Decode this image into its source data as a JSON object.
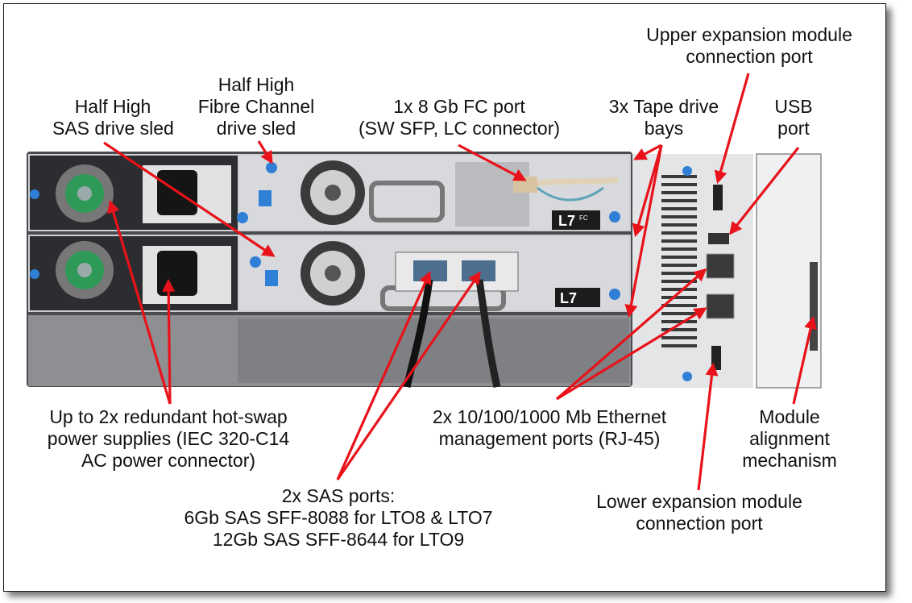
{
  "colors": {
    "arrow": "#e8121a",
    "chassis_dark": "#3c3d40",
    "chassis_mid": "#8e9094",
    "panel_light": "#cfd1d4",
    "blue_knob": "#2f7fd6",
    "fan_green": "#2f9a58"
  },
  "labels": {
    "sas_sled": [
      "Half High",
      "SAS drive sled"
    ],
    "fc_sled": [
      "Half High",
      "Fibre Channel",
      "drive sled"
    ],
    "fc_port": [
      "1x 8 Gb FC port",
      "(SW SFP, LC connector)"
    ],
    "tape_bays": [
      "3x Tape drive",
      "bays"
    ],
    "upper_exp": [
      "Upper expansion module",
      "connection port"
    ],
    "usb": [
      "USB",
      "port"
    ],
    "power": [
      "Up to 2x redundant hot-swap",
      "power supplies (IEC 320-C14",
      "AC power connector)"
    ],
    "ethernet": [
      "2x 10/100/1000 Mb Ethernet",
      "management ports (RJ-45)"
    ],
    "alignment": [
      "Module",
      "alignment",
      "mechanism"
    ],
    "lower_exp": [
      "Lower expansion module",
      "connection port"
    ],
    "sas_ports": [
      "2x SAS ports:",
      "6Gb SAS SFF-8088 for LTO8 & LTO7",
      "12Gb SAS SFF-8644 for LTO9"
    ]
  },
  "device_text": {
    "badge_top": "L7",
    "badge_top_sub": "FC",
    "badge_bottom": "L7"
  }
}
